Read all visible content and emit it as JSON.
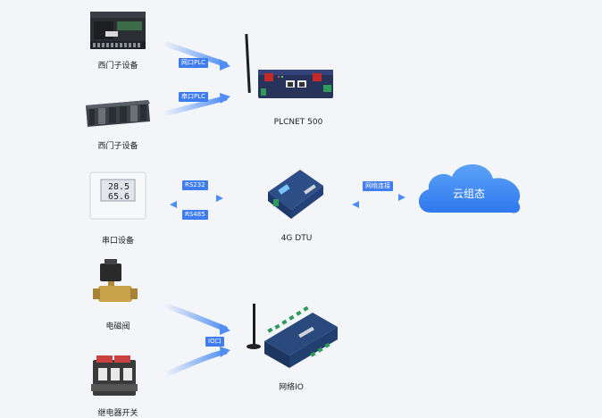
{
  "devices": {
    "siemens_1": "西门子设备",
    "siemens_2": "西门子设备",
    "plcnet": "PLCNET 500",
    "serial_device": "串口设备",
    "dtu": "4G DTU",
    "solenoid": "电磁阀",
    "relay": "继电器开关",
    "network_io": "网络IO"
  },
  "connections": {
    "net_plc": "网口PLC",
    "serial_plc": "串口PLC",
    "rs232": "RS232",
    "rs485": "RS485",
    "network": "网络连接",
    "io": "IO口"
  },
  "cloud": {
    "label": "云组态"
  },
  "sensor_readings": {
    "temp": "28.5",
    "humidity": "65.6"
  },
  "colors": {
    "arrow": "#4f8ef5",
    "tag": "#3f7cf0",
    "cloud": "#3f86f2"
  }
}
